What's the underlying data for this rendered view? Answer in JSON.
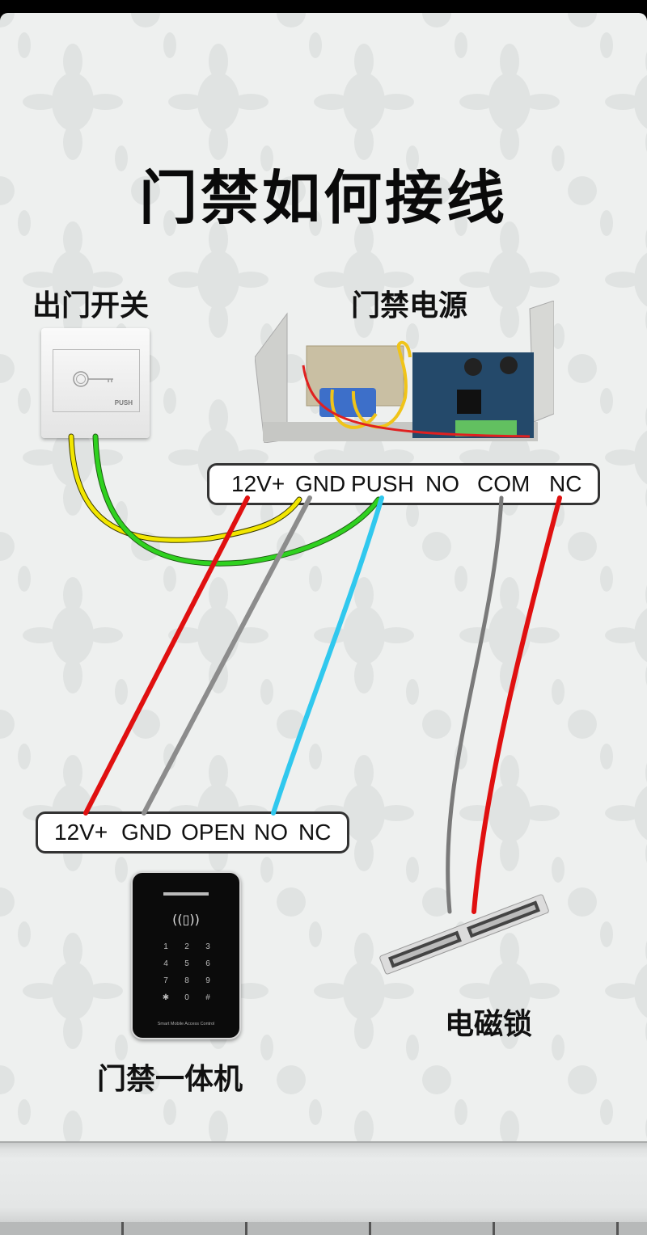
{
  "title": "门禁如何接线",
  "components": {
    "exit_switch": {
      "label": "出门开关",
      "button_text": "PUSH"
    },
    "power_supply": {
      "label": "门禁电源"
    },
    "controller": {
      "label": "门禁一体机",
      "brand_text": "Smart Mobile Access Control",
      "keys": [
        "1",
        "2",
        "3",
        "4",
        "5",
        "6",
        "7",
        "8",
        "9",
        "✱",
        "0",
        "#"
      ]
    },
    "mag_lock": {
      "label": "电磁锁"
    }
  },
  "power_terminals": {
    "labels": [
      "12V+",
      "GND",
      "PUSH",
      "NO",
      "COM",
      "NC"
    ]
  },
  "controller_terminals": {
    "labels": [
      "12V+",
      "GND",
      "OPEN",
      "NO",
      "NC"
    ]
  },
  "wires": [
    {
      "from": "出门开关",
      "to": "门禁电源.GND",
      "color": "#f2e600"
    },
    {
      "from": "出门开关",
      "to": "门禁电源.PUSH",
      "color": "#2fd11f"
    },
    {
      "from": "门禁电源.12V+",
      "to": "门禁一体机.12V+",
      "color": "#e01010"
    },
    {
      "from": "门禁电源.GND",
      "to": "门禁一体机.GND",
      "color": "#8c8c8c"
    },
    {
      "from": "门禁电源.PUSH",
      "to": "门禁一体机.NO",
      "color": "#30c8ee"
    },
    {
      "from": "门禁电源.COM",
      "to": "电磁锁",
      "color": "#8c8c8c"
    },
    {
      "from": "门禁电源.NC",
      "to": "电磁锁",
      "color": "#e01010"
    }
  ]
}
